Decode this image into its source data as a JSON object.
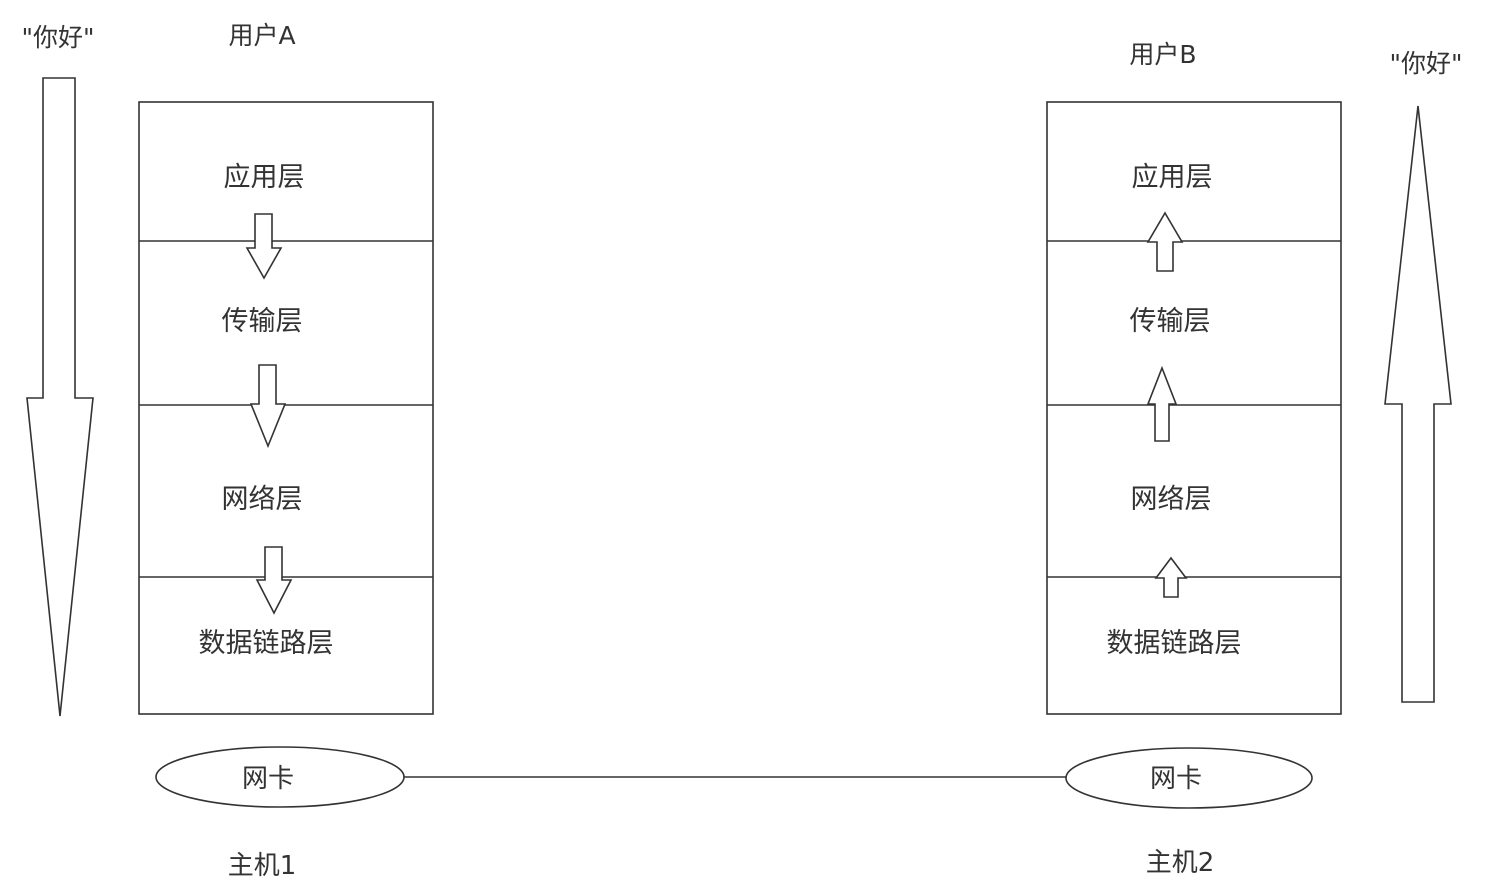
{
  "host1": {
    "user_label": "用户A",
    "message_label": "\"你好\"",
    "layers": [
      "应用层",
      "传输层",
      "网络层",
      "数据链路层"
    ],
    "nic_label": "网卡",
    "host_label": "主机1",
    "flow_direction": "down"
  },
  "host2": {
    "user_label": "用户B",
    "message_label": "\"你好\"",
    "layers": [
      "应用层",
      "传输层",
      "网络层",
      "数据链路层"
    ],
    "nic_label": "网卡",
    "host_label": "主机2",
    "flow_direction": "up"
  },
  "colors": {
    "stroke": "#333333",
    "text": "#333333",
    "background": "#ffffff"
  }
}
